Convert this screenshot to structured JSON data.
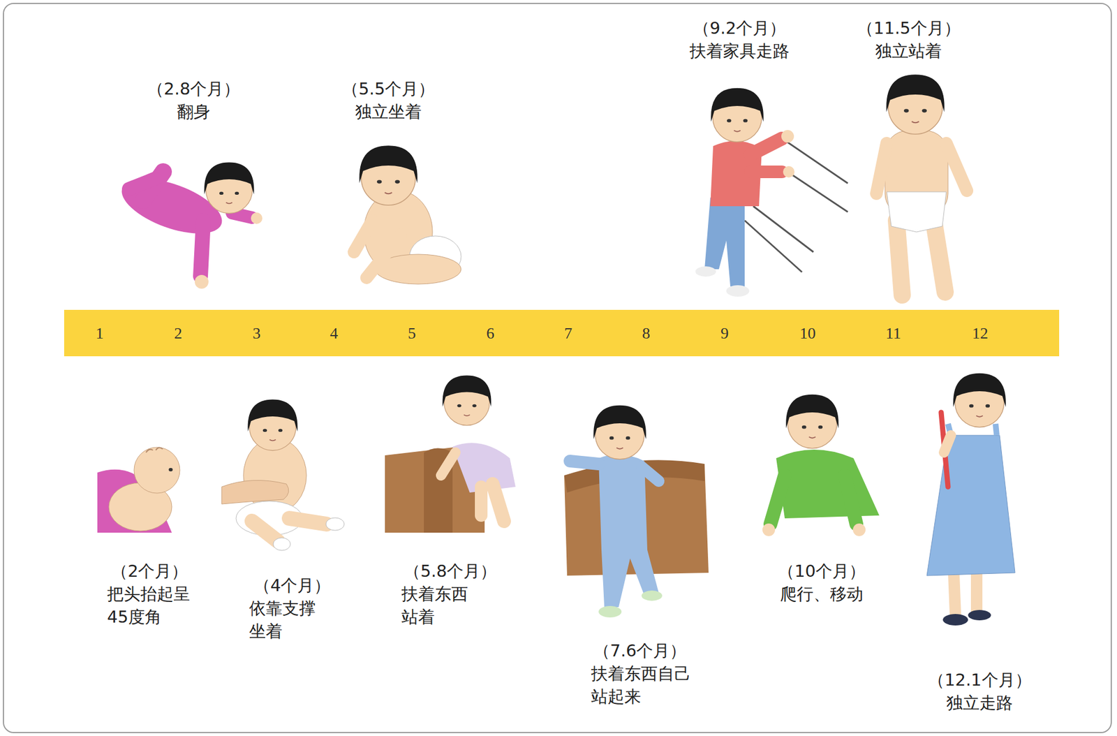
{
  "diagram": {
    "nodes": [
      {
        "text": [
          "1",
          "2",
          "3",
          "4",
          "5",
          "6",
          "7",
          "8",
          "9",
          "10",
          "11",
          "12"
        ]
      }
    ],
    "labels": [
      "（2.8个月）",
      "翻身",
      "（5.5个月）",
      "独立坐着",
      "（9.2个月）",
      "扶着家具走路",
      "（11.5个月）",
      "独立站着",
      "（2个月）",
      "把头抬起呈 45度角",
      "（4个月）",
      "依靠支撑 坐着",
      "（5.8个月）",
      "扶着东西 站着",
      "（7.6个月）",
      "扶着东西自己 站起来",
      "（10个月）",
      "爬行、移动",
      "（12.1个月）",
      "独立走路"
    ]
  }
}
